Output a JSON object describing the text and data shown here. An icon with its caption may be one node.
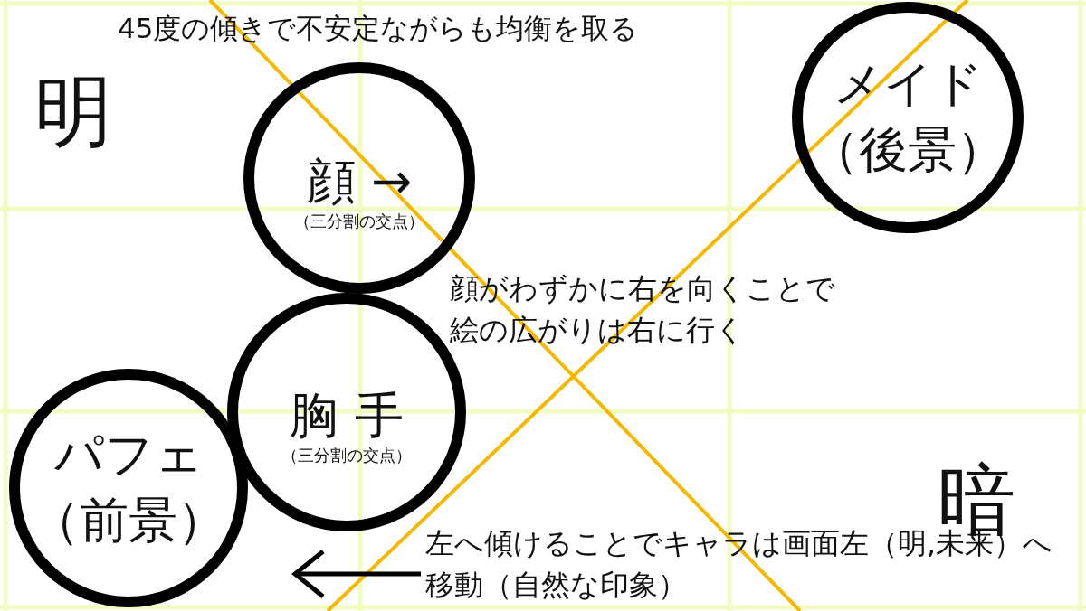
{
  "diagram": {
    "nodes": [
      {
        "text": [
          "顔 →",
          "（三分割の交点）"
        ]
      },
      {
        "text": [
          "メイド（後景）"
        ]
      },
      {
        "text": [
          "胸 手",
          "（三分割の交点）"
        ]
      },
      {
        "text": [
          "パフェ（前景）"
        ]
      }
    ],
    "edges": [],
    "labels": [
      "45度の傾きで不安定ながらも均衡を取る",
      "明",
      "顔がわずかに右を向くことで絵の広がりは右に行く",
      "暗",
      "左へ傾けることでキャラは画面左（明,未来）へ移動（自然な印象）"
    ]
  }
}
